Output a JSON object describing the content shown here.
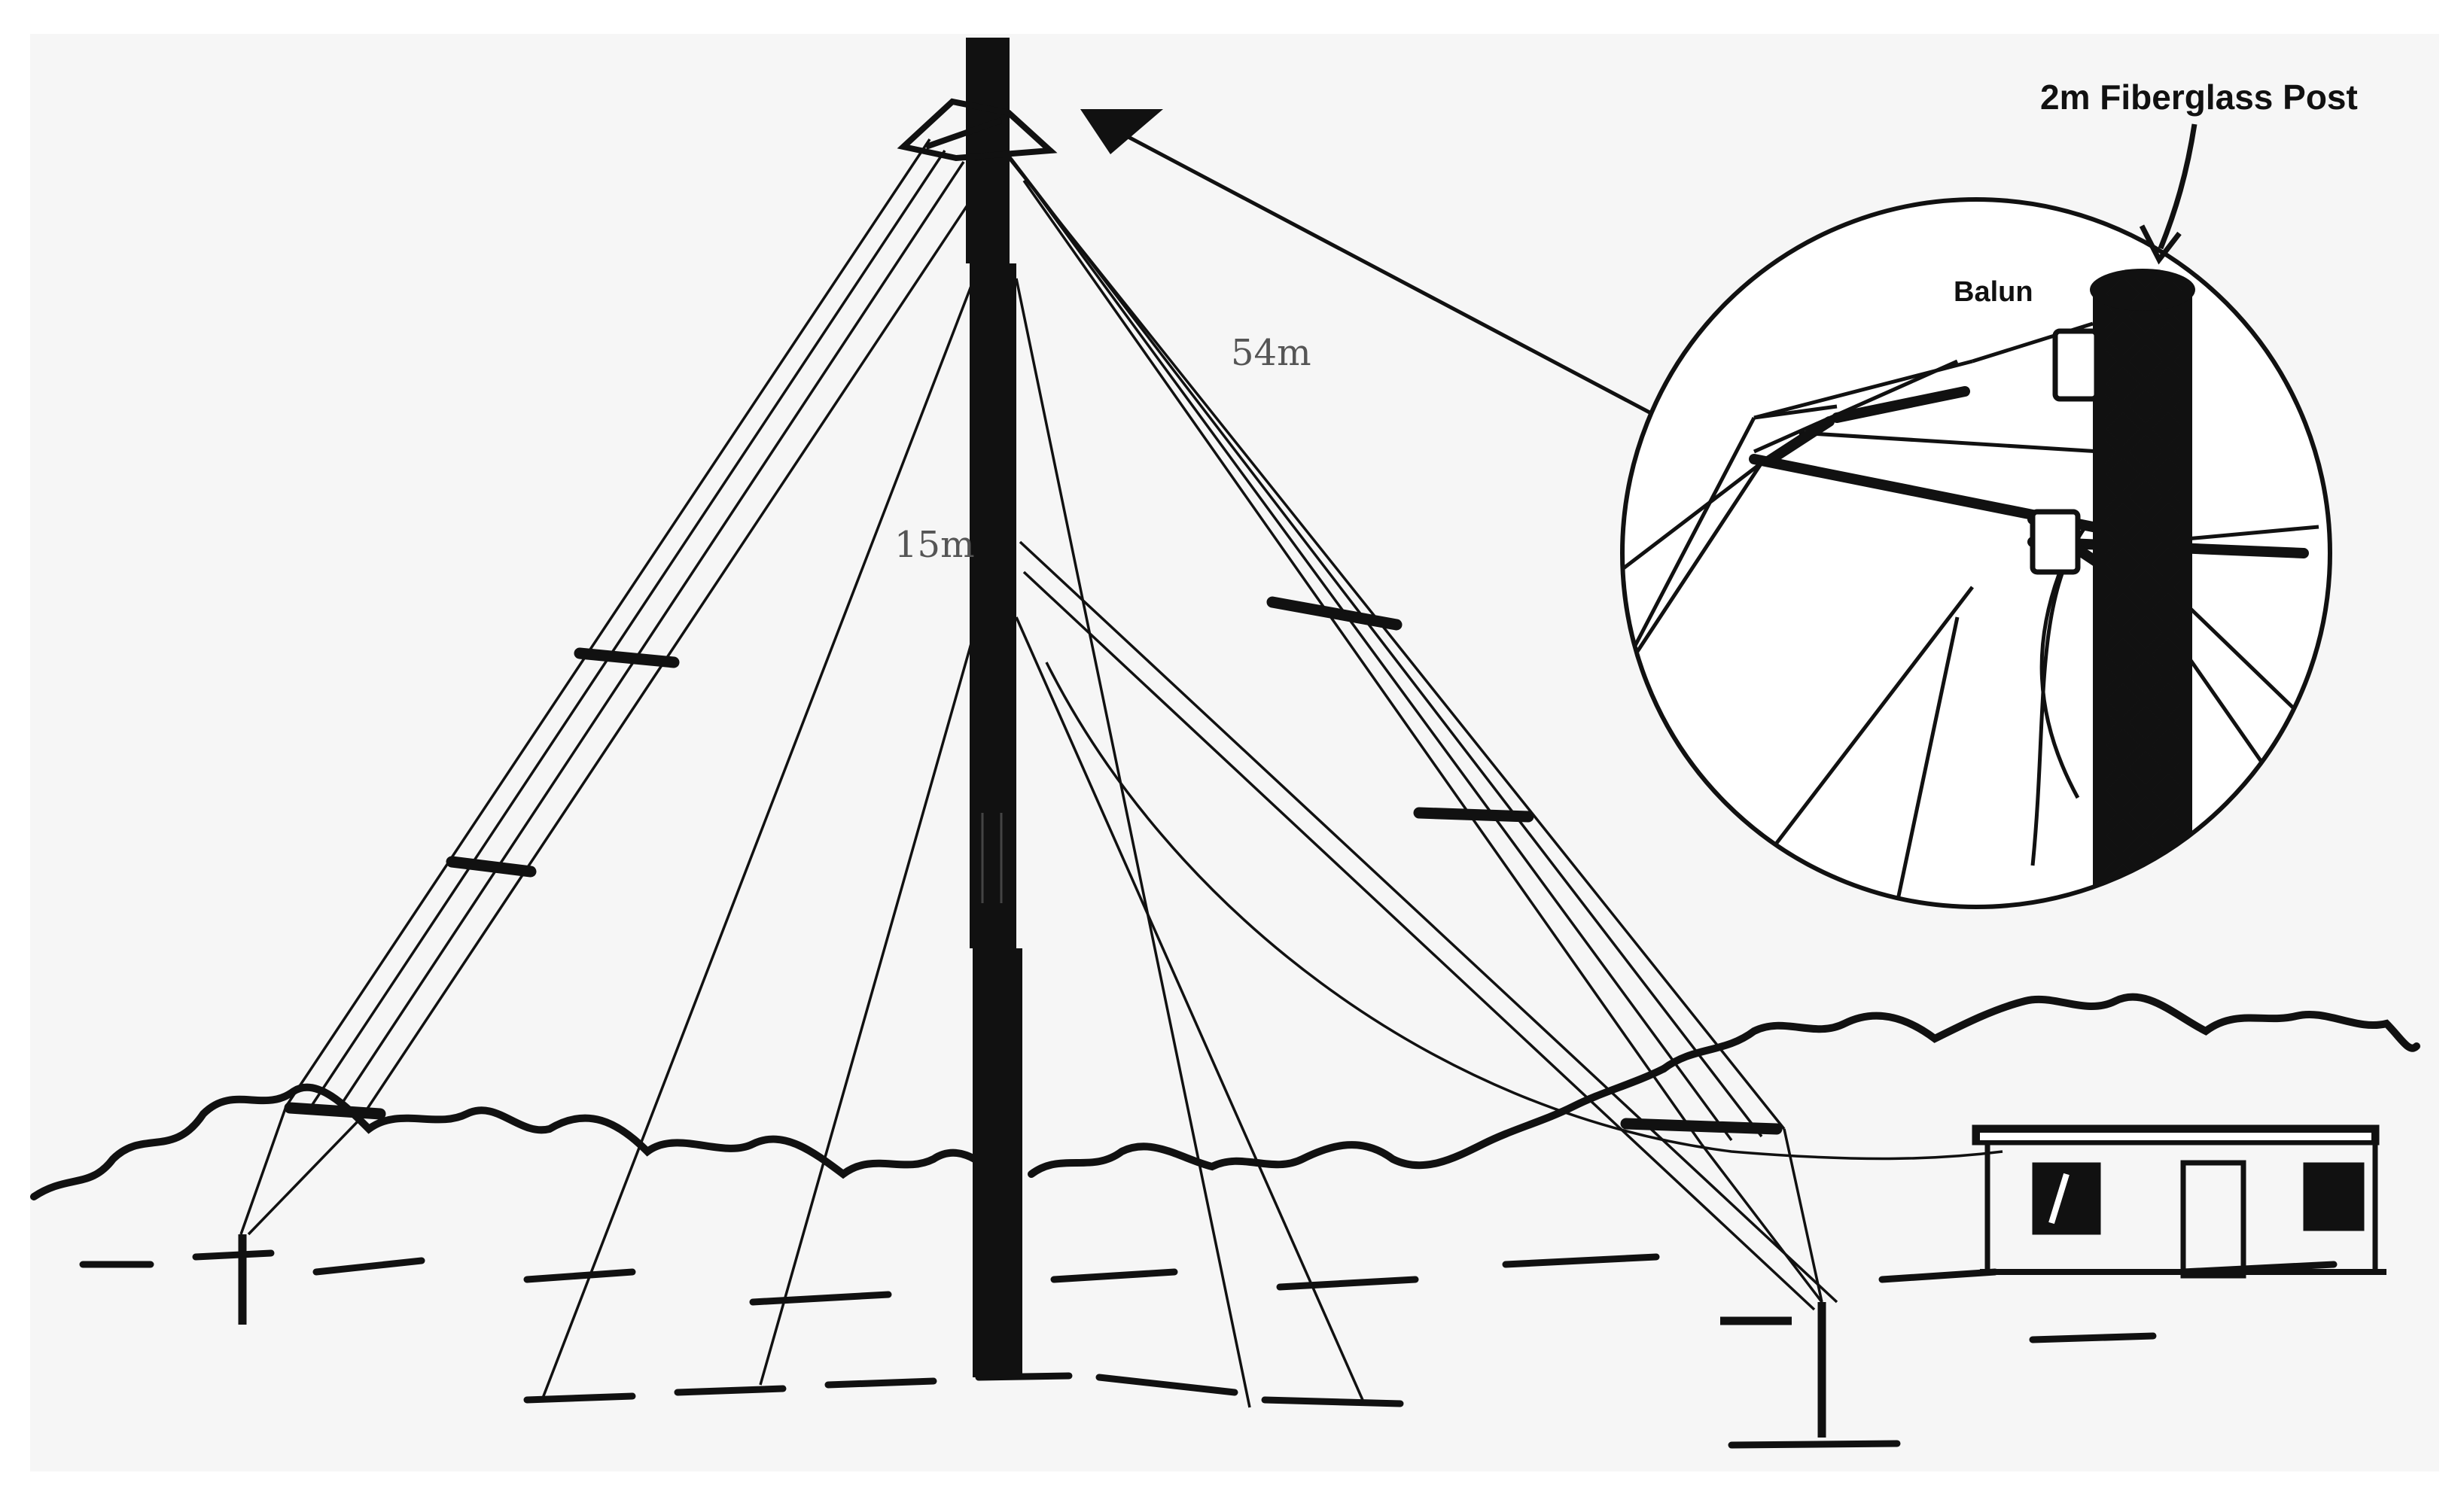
{
  "labels": {
    "height": "15m",
    "length": "54m",
    "post": "2m Fiberglass Post",
    "balun": "Balun"
  },
  "colors": {
    "ink": "#111111",
    "paper": "#f6f6f6",
    "label_gray": "#555555"
  }
}
